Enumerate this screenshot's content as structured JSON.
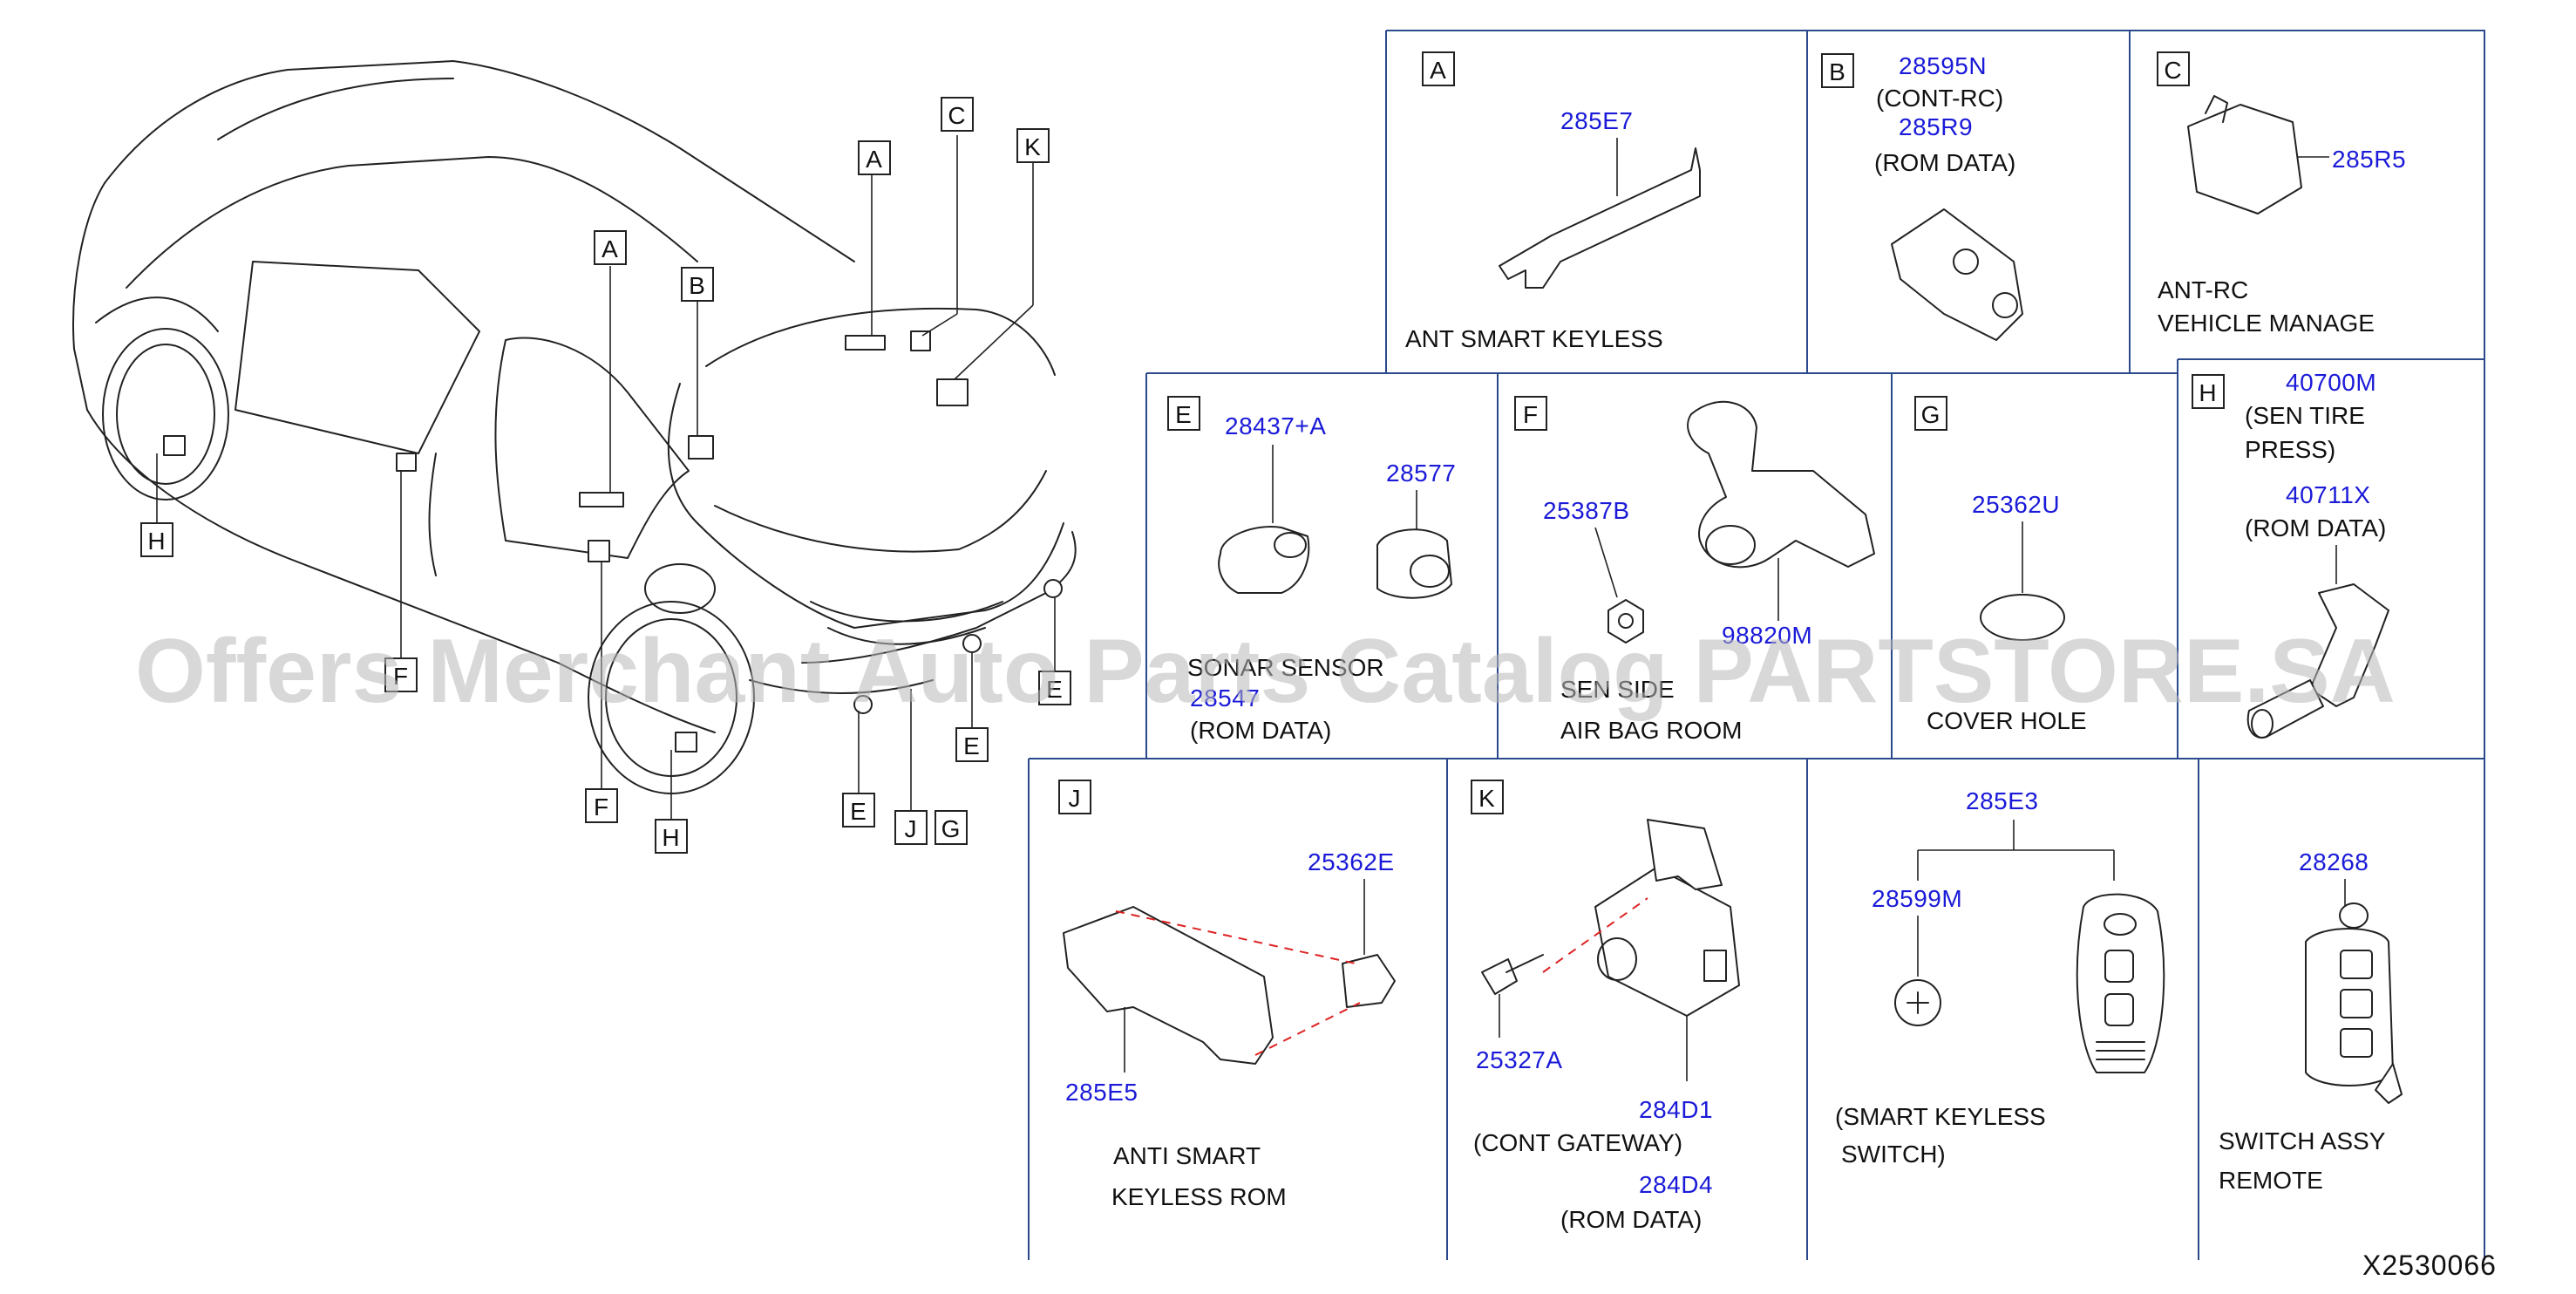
{
  "callouts": {
    "A": "A",
    "B": "B",
    "C": "C",
    "E": "E",
    "F": "F",
    "G": "G",
    "H": "H",
    "J": "J",
    "K": "K"
  },
  "panels": {
    "A": {
      "letter": "A",
      "part": "285E7",
      "caption": "ANT  SMART  KEYLESS"
    },
    "B": {
      "letter": "B",
      "part1": "28595N",
      "note1": "(CONT-RC)",
      "part2": "285R9",
      "note2": "(ROM   DATA)"
    },
    "C": {
      "letter": "C",
      "part": "285R5",
      "caption1": "ANT-RC",
      "caption2": "VEHICLE   MANAGE"
    },
    "E": {
      "letter": "E",
      "part1": "28437+A",
      "part2": "28577",
      "caption1": "SONAR  SENSOR",
      "part3": "28547",
      "caption2": "(ROM   DATA)"
    },
    "F": {
      "letter": "F",
      "part1": "25387B",
      "part2": "98820M",
      "caption1": "SEN  SIDE",
      "caption2": "AIR   BAG   ROOM"
    },
    "G": {
      "letter": "G",
      "part": "25362U",
      "caption": "COVER      HOLE"
    },
    "H": {
      "letter": "H",
      "part1": "40700M",
      "note1": "(SEN   TIRE",
      "note1b": "PRESS)",
      "part2": "40711X",
      "note2": "(ROM   DATA)"
    },
    "J": {
      "letter": "J",
      "part1": "25362E",
      "part2": "285E5",
      "caption1": "ANTI   SMART",
      "caption2": "KEYLESS   ROM"
    },
    "K": {
      "letter": "K",
      "part1": "25327A",
      "part2": "284D1",
      "caption1": "(CONT   GATEWAY)",
      "part3": "284D4",
      "caption2": "(ROM   DATA)"
    },
    "SK": {
      "part1": "285E3",
      "part2": "28599M",
      "caption1": "(SMART   KEYLESS",
      "caption2": "SWITCH)"
    },
    "RM": {
      "part": "28268",
      "caption1": "SWITCH   ASSY",
      "caption2": "REMOTE"
    }
  },
  "watermark": "Offers Merchant Auto Parts Catalog PARTSTORE.SA",
  "diagram_code": "X2530066"
}
